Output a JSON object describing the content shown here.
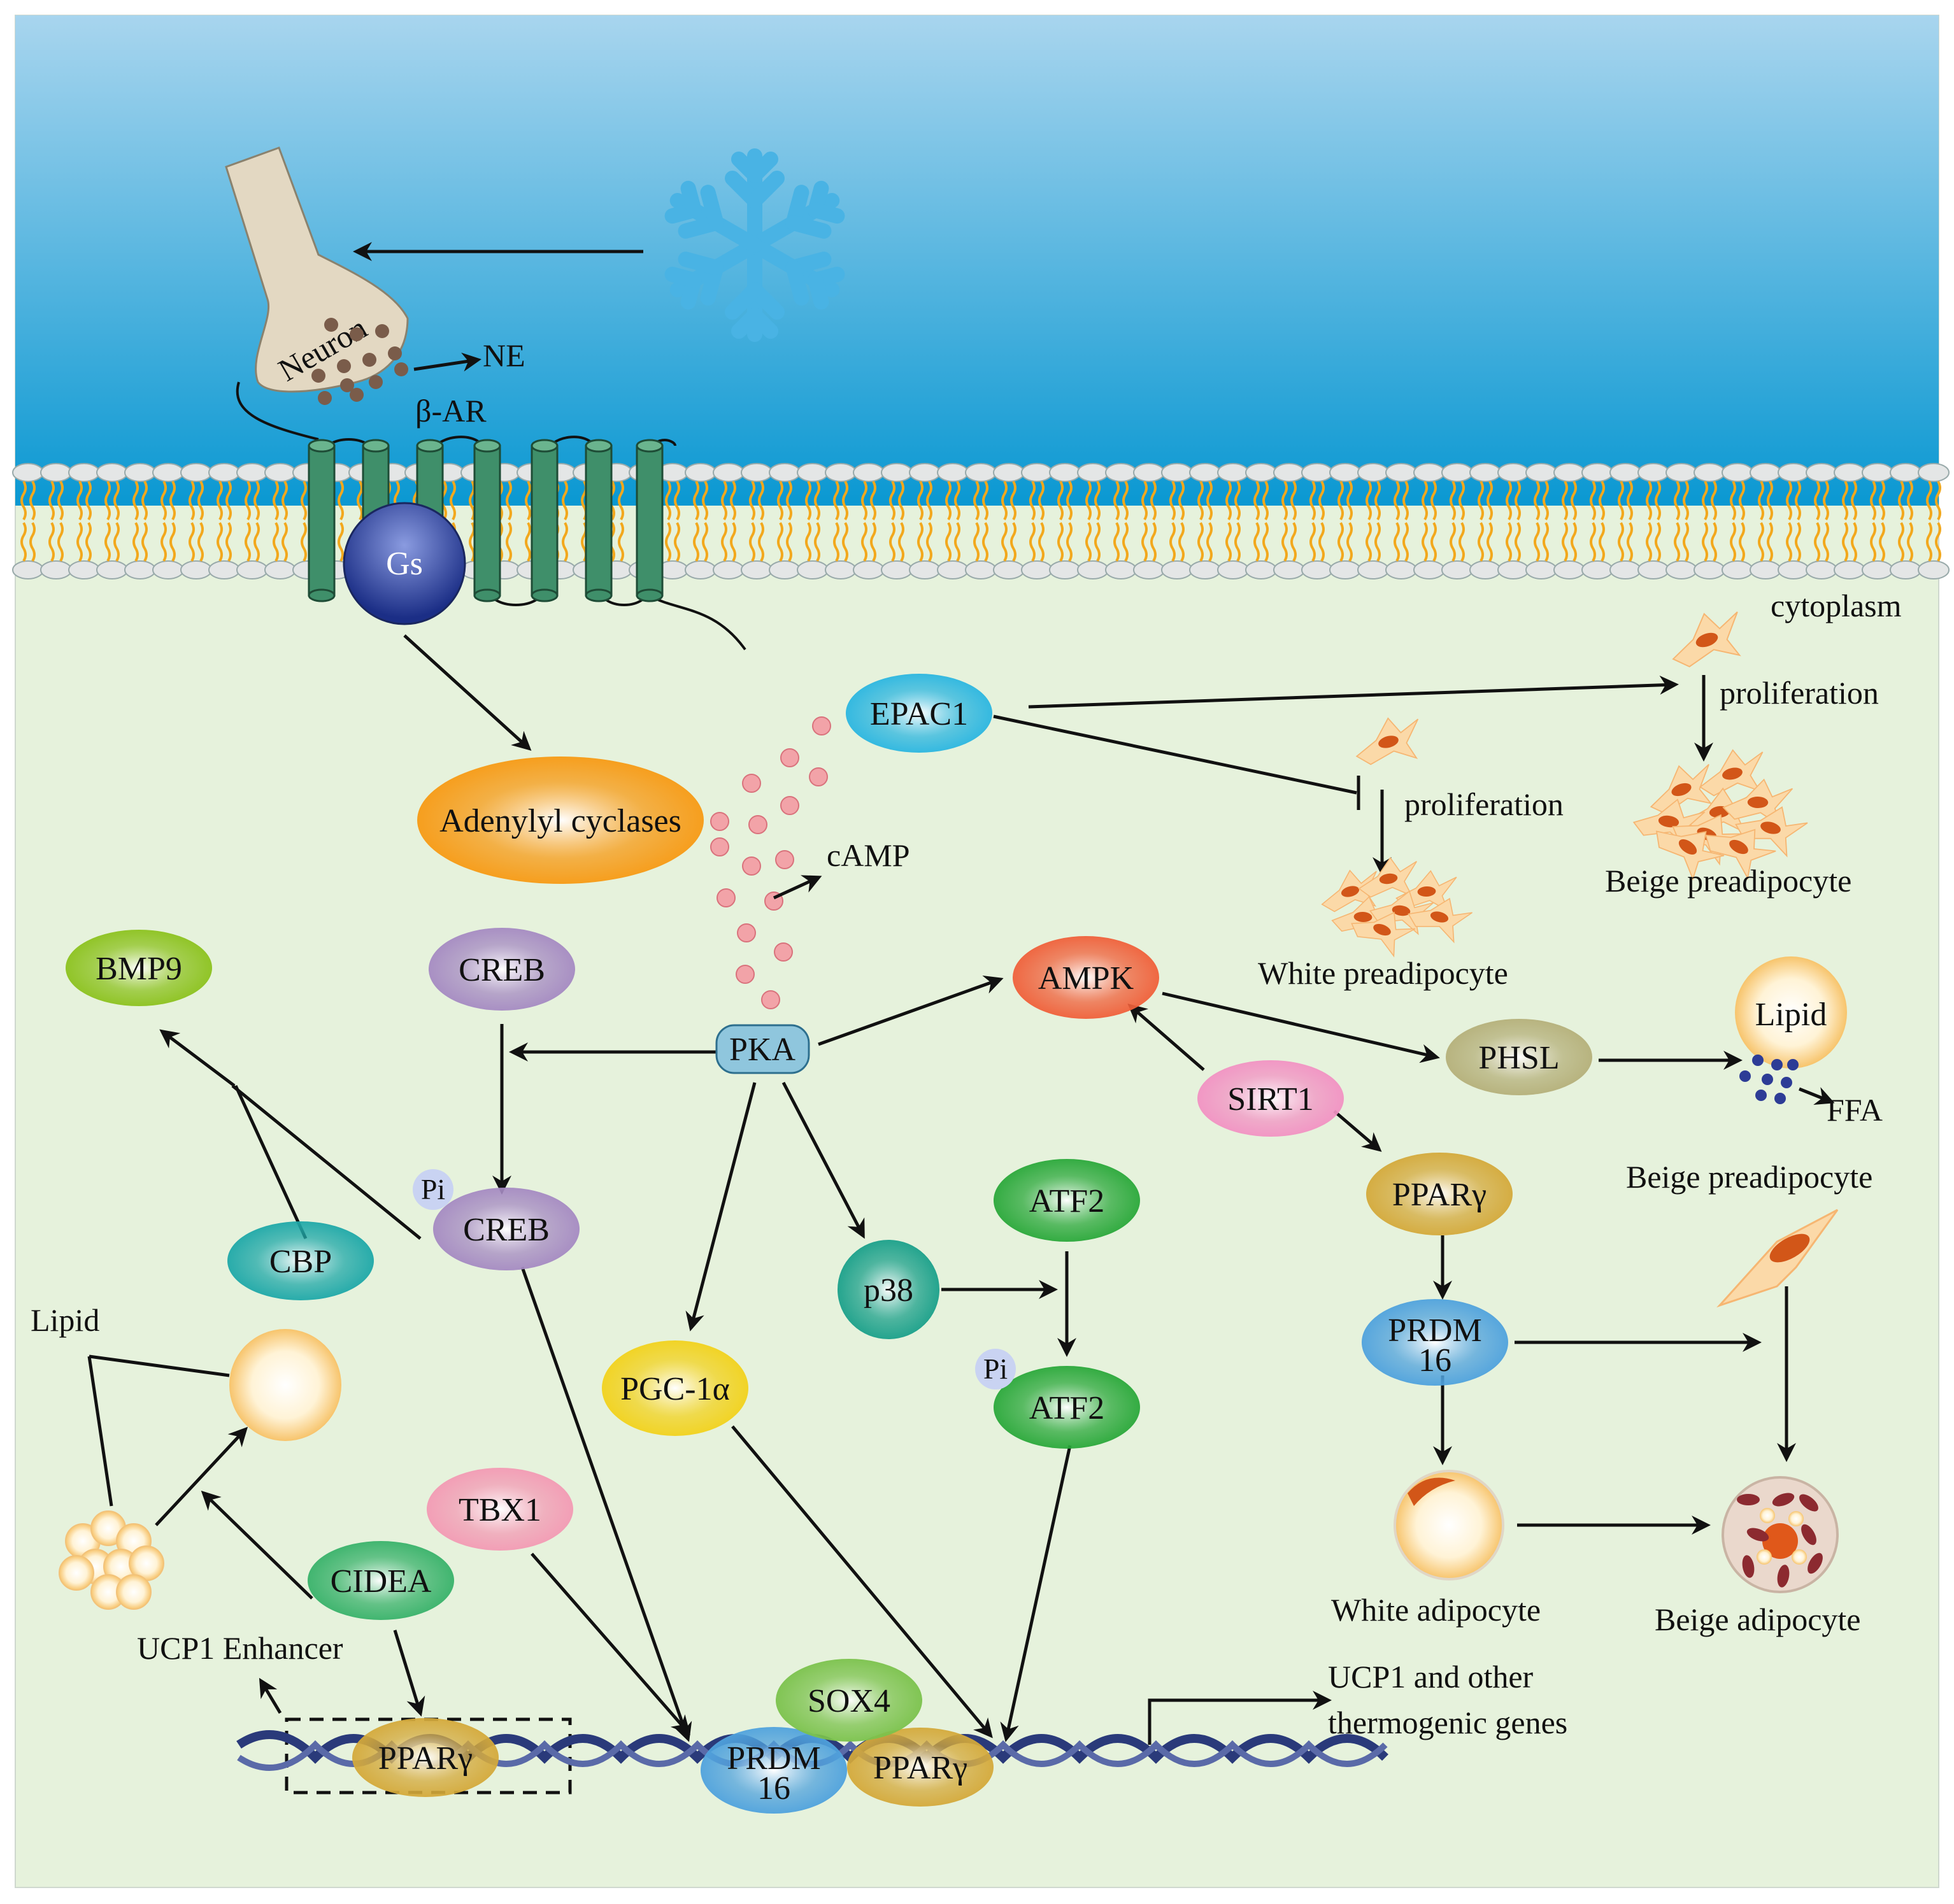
{
  "labels": {
    "neuron": "Neuron",
    "ne": "NE",
    "beta_ar": "β-AR",
    "gs": "Gs",
    "cytoplasm": "cytoplasm",
    "epac1": "EPAC1",
    "adenylyl": "Adenylyl cyclases",
    "camp": "cAMP",
    "bmp9": "BMP9",
    "creb_top": "CREB",
    "pka": "PKA",
    "ampk": "AMPK",
    "phsl": "PHSL",
    "sirt1": "SIRT1",
    "lipid_right": "Lipid",
    "ffa": "FFA",
    "pi_creb": "Pi",
    "creb_bottom": "CREB",
    "cbp": "CBP",
    "atf2_top": "ATF2",
    "p38": "p38",
    "pi_atf2": "Pi",
    "atf2_bottom": "ATF2",
    "pparg_mid": "PPARγ",
    "prdm16_right_l1": "PRDM",
    "prdm16_right_l2": "16",
    "lipid_left": "Lipid",
    "pgc1a": "PGC-1α",
    "tbx1": "TBX1",
    "cidea": "CIDEA",
    "ucp1_enhancer": "UCP1 Enhancer",
    "sox4": "SOX4",
    "prdm16_dna_l1": "PRDM",
    "prdm16_dna_l2": "16",
    "pparg_dna_right": "PPARγ",
    "pparg_dna_left": "PPARγ",
    "ucp1_genes_l1": "UCP1 and other",
    "ucp1_genes_l2": "thermogenic genes",
    "proliferation_top": "proliferation",
    "proliferation_mid": "proliferation",
    "beige_preadipocyte_top": "Beige preadipocyte",
    "white_preadipocyte": "White preadipocyte",
    "beige_preadipocyte_mid": "Beige preadipocyte",
    "white_adipocyte": "White adipocyte",
    "beige_adipocyte": "Beige adipocyte"
  },
  "colors": {
    "extracellular_top": "#a6d3ec",
    "extracellular_bottom": "#0a9bd4",
    "cytoplasm": "#e6f2dc",
    "membrane_head": "#e4e6e6",
    "membrane_tail": "#f2a81d",
    "receptor": "#3f8f6a",
    "gs": "#283d9a",
    "adenylyl": "#f79a14",
    "epac1": "#2bb6e0",
    "creb": "#a58ac2",
    "pka": "#8fc6dd",
    "ampk": "#f0603a",
    "phsl": "#b5b07a",
    "sirt1": "#f292c3",
    "bmp9": "#8cc21e",
    "cbp": "#1ea8a8",
    "atf2": "#2aa83a",
    "p38": "#1aa08a",
    "pparg": "#d4a93a",
    "prdm16": "#4fa2dd",
    "pgc1a": "#f2d21c",
    "tbx1": "#f39ab4",
    "cidea": "#38b26a",
    "sox4": "#7bc24c",
    "snowflake": "#4bb5e6",
    "camp_dot": "#f2a3a8",
    "dna": "#2a3a7a"
  }
}
